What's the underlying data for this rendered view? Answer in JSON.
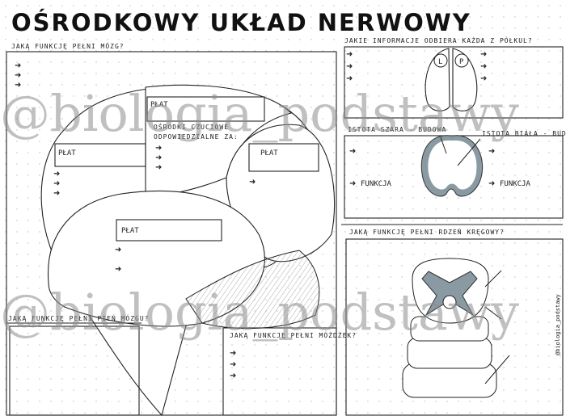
{
  "title": "OŚRODKOWY UKŁAD NERWOWY",
  "brain_section": {
    "question": "JAKĄ FUNKCJĘ PEŁNI MÓZG?",
    "lobe_label": "PŁAT",
    "sensory_centers": [
      "OŚRODKI CZUCIOWE",
      "ODPOWIEDZIALNE ZA:"
    ]
  },
  "brainstem_question": "JAKĄ FUNKCJĘ PEŁNI PIEŃ MÓZGU?",
  "cerebellum_question": "JAKĄ FUNKCJĘ PEŁNI MÓŻDŻEK?",
  "hemispheres": {
    "question": "JAKIE INFORMACJE ODBIERA KAŻDA Z PÓŁKUL?",
    "left": "L",
    "right": "P"
  },
  "matter": {
    "grey": "ISTOTA SZARA - BUDOWA",
    "white": "ISTOTA BIAŁA - BUDOWA",
    "function_left": "FUNKCJA",
    "function_right": "FUNKCJA"
  },
  "spinal_cord_question": "JAKĄ FUNKCJĘ PEŁNI RDZEŃ KRĘGOWY?",
  "watermark": "@biologia_podstawy",
  "side_signature": "@biologia_podstawy",
  "colors": {
    "grey_matter": "#8a9aa3",
    "ink": "#222222"
  }
}
